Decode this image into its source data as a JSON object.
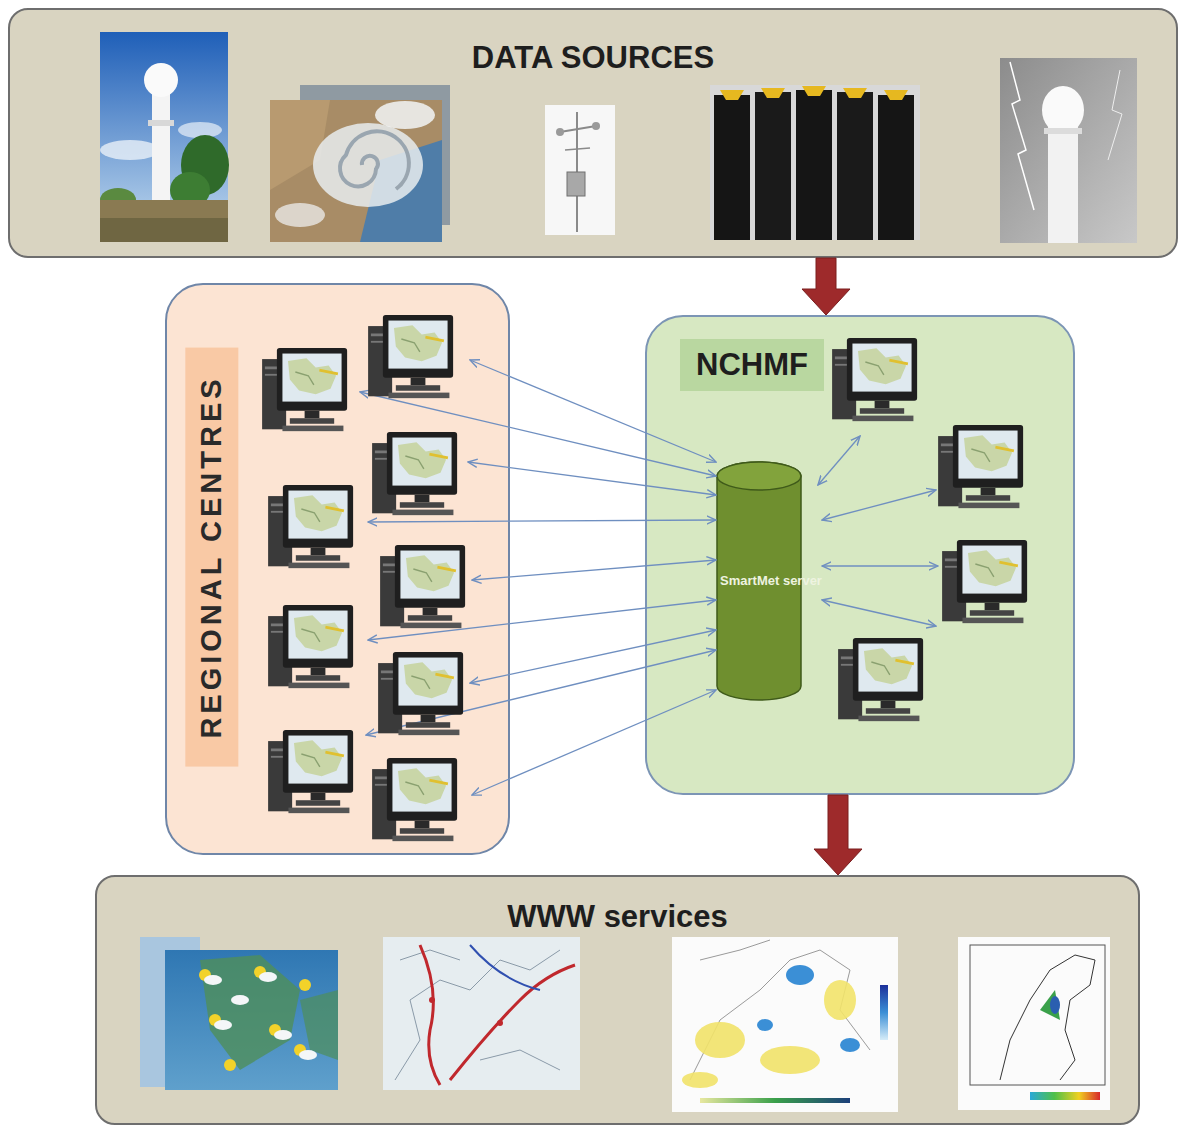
{
  "diagram": {
    "nodes": [
      {
        "text": [
          "DATA SOURCES"
        ]
      },
      {
        "text": [
          "REGIONAL CENTRES"
        ]
      },
      {
        "text": [
          "NCHMF"
        ]
      },
      {
        "text": [
          "SmartMet server"
        ],
        "in": 2
      },
      {
        "text": [
          "WWW services"
        ]
      }
    ],
    "edges": [
      {
        "from": 0,
        "to": 2,
        "arrow": "to"
      },
      {
        "from": 2,
        "to": 4,
        "arrow": "to"
      }
    ]
  }
}
